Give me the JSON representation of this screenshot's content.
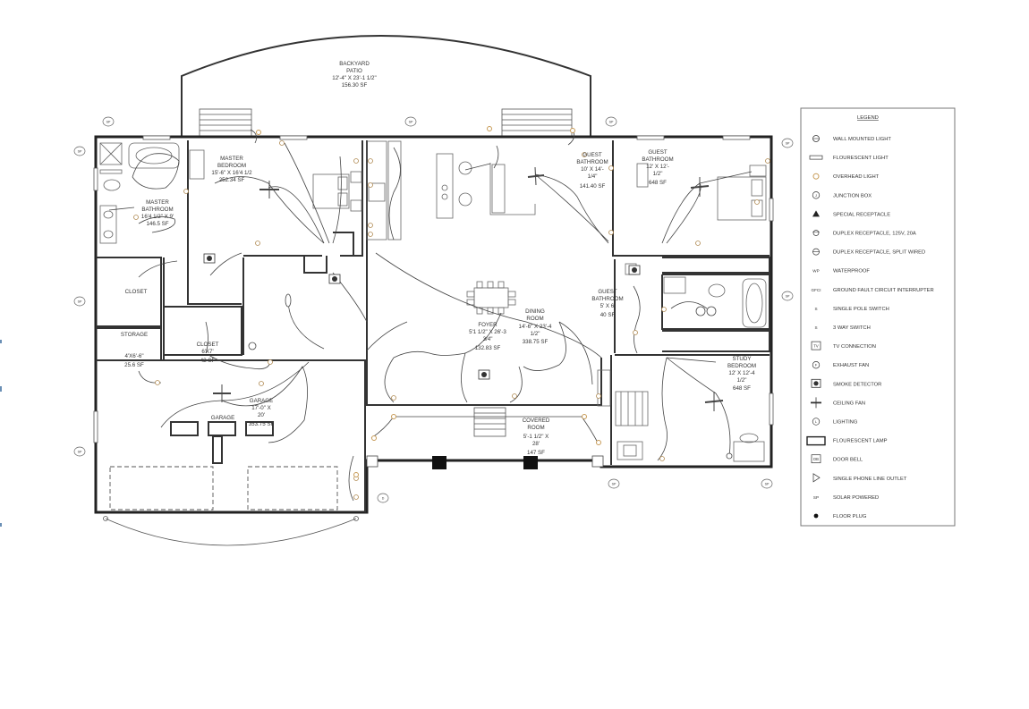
{
  "rooms": {
    "backyard": [
      "BACKYARD",
      "PATIO",
      "12'-4\" X 23'-1 1/2\"",
      "156.30 SF"
    ],
    "master_bedroom": [
      "MASTER",
      "BEDROOM",
      "15'-6\" X 16'4 1/2",
      "252.34 SF"
    ],
    "master_bathroom": [
      "MASTER",
      "BATHROOM",
      "16'4 1/2\" X 9'",
      "146.5 SF"
    ],
    "guest_bathroom_top": [
      "GUEST",
      "BATHROOM",
      "10' X 14'-",
      "1/4\"",
      "141.40 SF"
    ],
    "guest_bedroom": [
      "GUEST",
      "BATHROOM",
      "12' X 12'-",
      "1/2\"",
      "648 SF"
    ],
    "closet_left": [
      "CLOSET"
    ],
    "closet_small": [
      "CLOSET",
      "6'X7'",
      "42 SF"
    ],
    "storage": [
      "STORAGE",
      "4'X6'-6\"",
      "25.6 SF"
    ],
    "foyer": [
      "FOYER",
      "5'1 1/2\" X 26'-3",
      "3/4\"",
      "132.83 SF"
    ],
    "dining_room": [
      "DINING",
      "ROOM",
      "14'-6\" X 23'-4",
      "1/2\"",
      "338.75 SF"
    ],
    "guest_bathroom_mid": [
      "GUEST",
      "BATHROOM",
      "5' X 6'",
      "40 SF"
    ],
    "study_bedroom": [
      "STUDY",
      "BEDROOM",
      "12' X 12'-4",
      "1/2\"",
      "648 SF"
    ],
    "garage_center": [
      "GARAGE"
    ],
    "garage": [
      "GARAGE",
      "17'-0\" X",
      "20'",
      "353.75 SF"
    ],
    "covered_room": [
      "COVERED",
      "ROOM",
      "5'-1 1/2\" X",
      "28'",
      "147 SF"
    ]
  },
  "tags": {
    "sp": "SP",
    "d": "D"
  },
  "legend": {
    "title": "LEGEND",
    "items": [
      {
        "icon": "wall-mounted-light-icon",
        "label": "WALL MOUNTED LIGHT"
      },
      {
        "icon": "fluorescent-light-icon",
        "label": "FLOURESCENT LIGHT"
      },
      {
        "icon": "overhead-light-icon",
        "label": "OVERHEAD LIGHT"
      },
      {
        "icon": "junction-box-icon",
        "label": "JUNCTION BOX",
        "glyph": "J"
      },
      {
        "icon": "special-receptacle-icon",
        "label": "SPECIAL RECEPTACLE"
      },
      {
        "icon": "duplex-receptacle-icon",
        "label": "DUPLEX RECEPTACLE, 125V, 20A"
      },
      {
        "icon": "duplex-split-receptacle-icon",
        "label": "DUPLEX RECEPTACLE, SPLIT WIRED"
      },
      {
        "icon": "waterproof-icon",
        "label": "WATERPROOF",
        "glyph": "WP"
      },
      {
        "icon": "gfci-icon",
        "label": "GROUND FAULT CIRCUIT INTERRUPTER",
        "glyph": "GFCI"
      },
      {
        "icon": "single-pole-switch-icon",
        "label": "SINGLE POLE SWITCH",
        "glyph": "S"
      },
      {
        "icon": "three-way-switch-icon",
        "label": "3 WAY SWITCH",
        "glyph": "S"
      },
      {
        "icon": "tv-connection-icon",
        "label": "TV CONNECTION",
        "glyph": "TV"
      },
      {
        "icon": "exhaust-fan-icon",
        "label": "EXHAUST FAN",
        "glyph": "F"
      },
      {
        "icon": "smoke-detector-icon",
        "label": "SMOKE DETECTOR"
      },
      {
        "icon": "ceiling-fan-icon",
        "label": "CEILING FAN"
      },
      {
        "icon": "lighting-icon",
        "label": "LIGHTING",
        "glyph": "L"
      },
      {
        "icon": "fluorescent-lamp-icon",
        "label": "FLOURESCENT LAMP"
      },
      {
        "icon": "door-bell-icon",
        "label": "DOOR BELL",
        "glyph": "DB"
      },
      {
        "icon": "phone-outlet-icon",
        "label": "SINGLE PHONE LINE OUTLET"
      },
      {
        "icon": "solar-powered-icon",
        "label": "SOLAR POWERED",
        "glyph": "SP"
      },
      {
        "icon": "floor-plug-icon",
        "label": "FLOOR PLUG"
      }
    ]
  }
}
